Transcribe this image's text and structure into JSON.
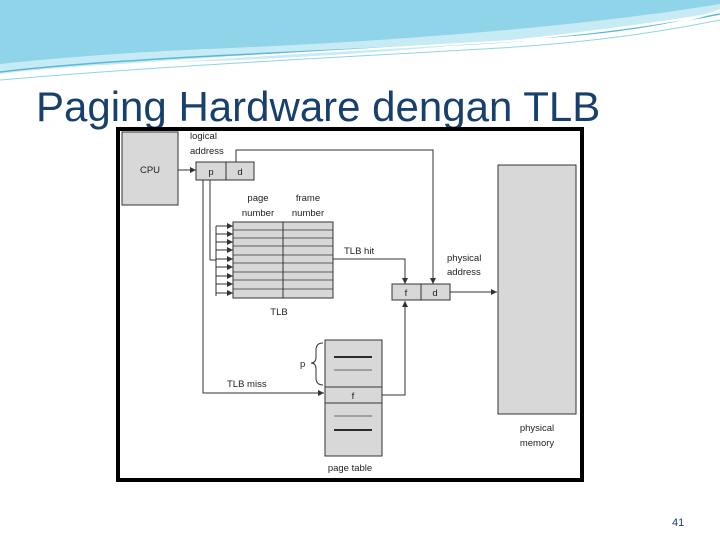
{
  "slide": {
    "title": "Paging Hardware dengan TLB",
    "number": "41",
    "accent_color": "#17406d",
    "wave_colors": [
      "#8fd4e8",
      "#c7ebf5",
      "#5bb8d8"
    ]
  },
  "diagram": {
    "cpu": "CPU",
    "logical_address": [
      "logical",
      "address"
    ],
    "p": "p",
    "d": "d",
    "page_number": [
      "page",
      "number"
    ],
    "frame_number": [
      "frame",
      "number"
    ],
    "tlb_hit": "TLB hit",
    "physical_address": [
      "physical",
      "address"
    ],
    "f": "f",
    "tlb": "TLB",
    "tlb_miss": "TLB miss",
    "page_table_f": "f",
    "page_table": "page table",
    "physical_memory": [
      "physical",
      "memory"
    ]
  }
}
